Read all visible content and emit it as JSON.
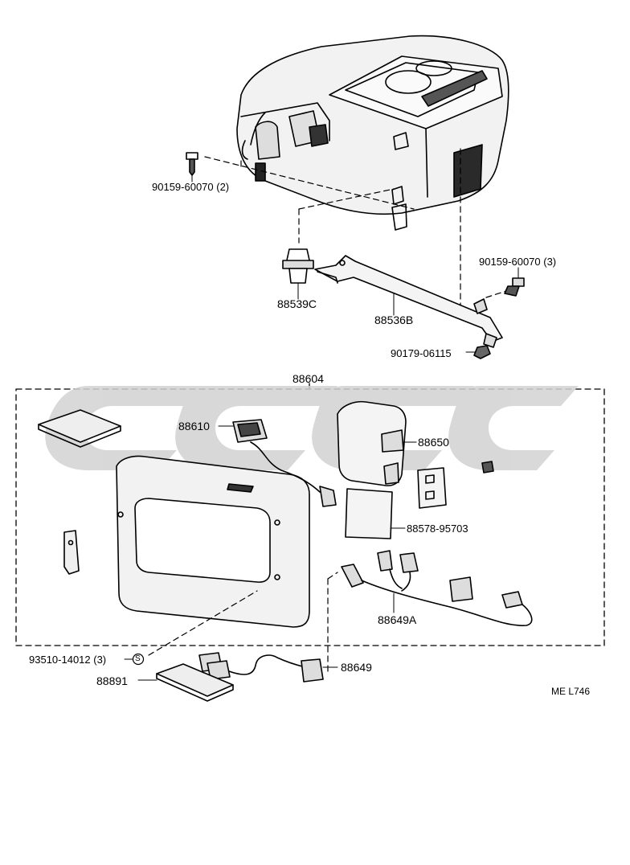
{
  "parts": {
    "screw_top": "90159-60070 (2)",
    "screw_right": "90159-60070 (3)",
    "bulb_socket": "88539C",
    "bracket": "88536B",
    "nut": "90179-06115",
    "assembly": "88604",
    "switch": "88610",
    "relay": "88650",
    "plate": "88578-95703",
    "harness_a": "88649A",
    "screw_bottom": "93510-14012 (3)",
    "screw_bottom_mark": "S",
    "harness": "88649",
    "pad": "88891"
  },
  "reference_code": "ME  L746",
  "watermark_color": "#d2d2d2"
}
